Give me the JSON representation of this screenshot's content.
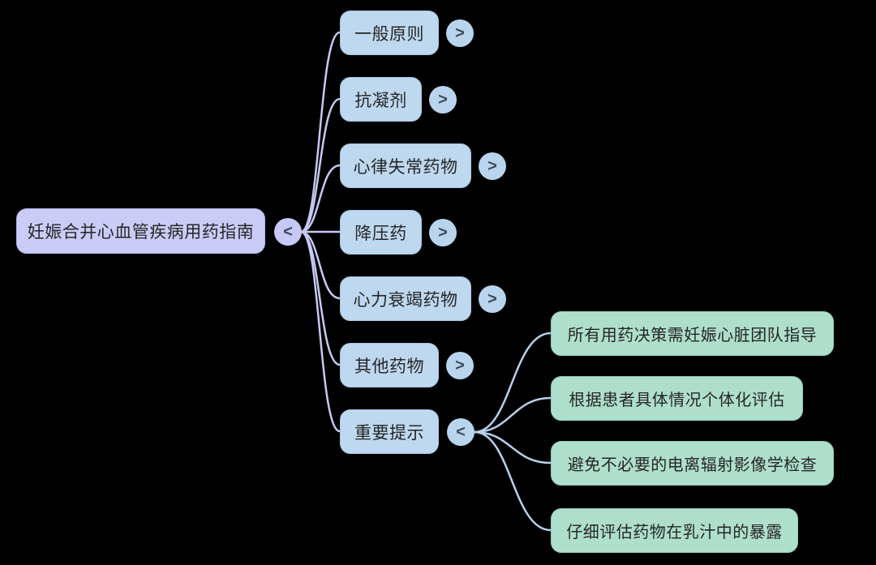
{
  "diagram": {
    "type": "mindmap",
    "background": "#000000"
  },
  "root": {
    "label": "妊娠合并心血管疾病用药指南",
    "toggle": "<",
    "fill": "#c9ccf6"
  },
  "branches": [
    {
      "label": "一般原则",
      "toggle": ">"
    },
    {
      "label": "抗凝剂",
      "toggle": ">"
    },
    {
      "label": "心律失常药物",
      "toggle": ">"
    },
    {
      "label": "降压药",
      "toggle": ">"
    },
    {
      "label": "心力衰竭药物",
      "toggle": ">"
    },
    {
      "label": "其他药物",
      "toggle": ">"
    },
    {
      "label": "重要提示",
      "toggle": "<"
    }
  ],
  "important_tips": [
    {
      "label": "所有用药决策需妊娠心脏团队指导"
    },
    {
      "label": "根据患者具体情况个体化评估"
    },
    {
      "label": "避免不必要的电离辐射影像学检查"
    },
    {
      "label": "仔细评估药物在乳汁中的暴露"
    }
  ],
  "colors": {
    "background": "#000000",
    "root_fill": "#c9ccf6",
    "root_border": "#b2b5ea",
    "branch_fill": "#bed8ef",
    "branch_border": "#a6c6e2",
    "tip_fill": "#aedfcc",
    "tip_border": "#95ceb6",
    "edge_left": "#c7c9f3",
    "edge_right": "#b5d2ec",
    "text": "#262626"
  }
}
